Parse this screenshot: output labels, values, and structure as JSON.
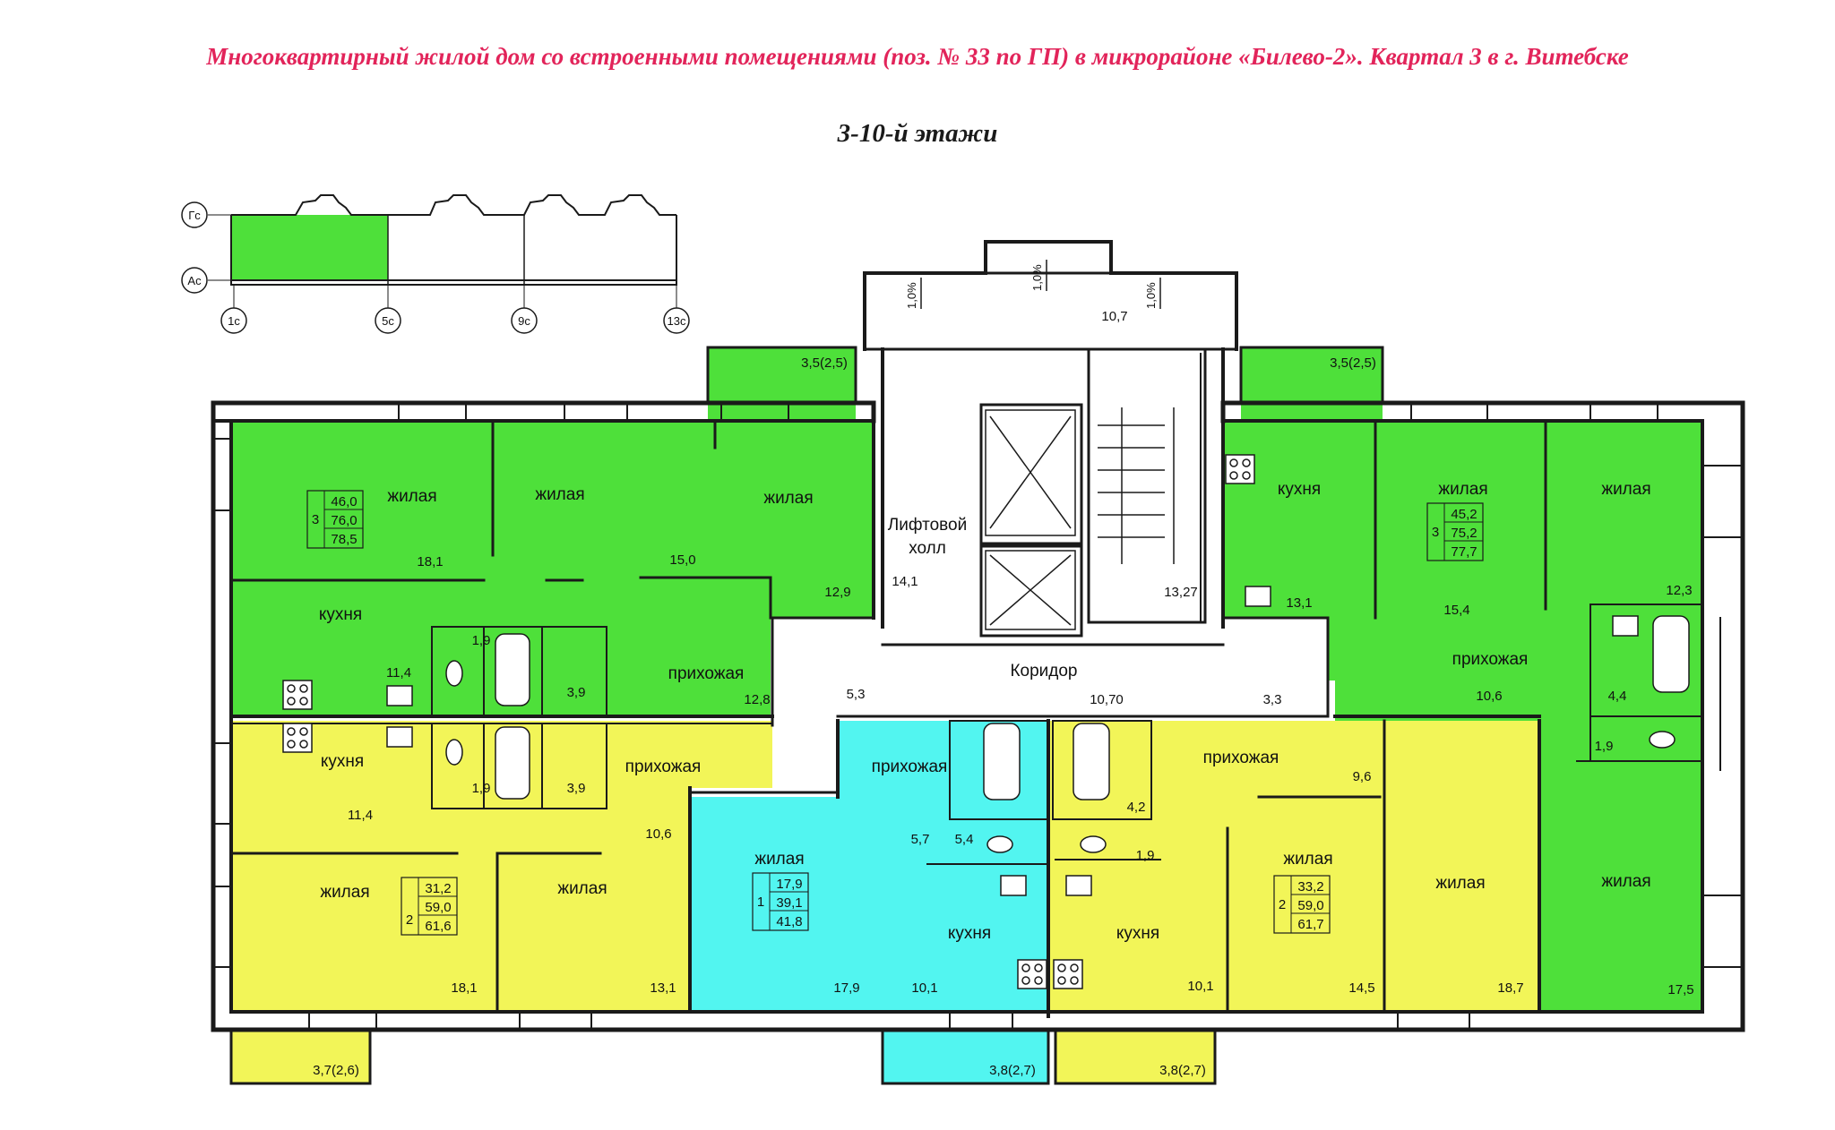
{
  "title": "Многоквартирный жилой дом со встроенными помещениями (поз. № 33 по ГП) в микрорайоне «Билево-2». Квартал 3 в г. Витебске",
  "subtitle": "3-10-й этажи",
  "colors": {
    "three_room": "#4ee03a",
    "two_room": "#f2f558",
    "one_room": "#52f5f0",
    "wall": "#1a1a1a",
    "title": "#e2245a"
  },
  "key_plan": {
    "axes_rows": [
      "Гс",
      "Ас"
    ],
    "axes_cols": [
      "1с",
      "5с",
      "9с",
      "13с"
    ]
  },
  "apartments": {
    "left_3room": {
      "rooms": "3",
      "living": "46,0",
      "total": "76,0",
      "total_with_balcony": "78,5"
    },
    "right_3room": {
      "rooms": "3",
      "living": "45,2",
      "total": "75,2",
      "total_with_balcony": "77,7"
    },
    "left_2room": {
      "rooms": "2",
      "living": "31,2",
      "total": "59,0",
      "total_with_balcony": "61,6"
    },
    "right_2room": {
      "rooms": "2",
      "living": "33,2",
      "total": "59,0",
      "total_with_balcony": "61,7"
    },
    "one_room": {
      "rooms": "1",
      "living": "17,9",
      "total": "39,1",
      "total_with_balcony": "41,8"
    }
  },
  "labels": {
    "living": "жилая",
    "kitchen": "кухня",
    "hall": "прихожая",
    "lift_hall_1": "Лифтовой",
    "lift_hall_2": "холл",
    "corridor": "Коридор"
  },
  "areas": {
    "a181": "18,1",
    "a150": "15,0",
    "a129": "12,9",
    "a114k": "11,4",
    "a19a": "1,9",
    "a39a": "3,9",
    "a128": "12,8",
    "a141": "14,1",
    "a1327": "13,27",
    "a107top": "10,7",
    "a35L": "3,5(2,5)",
    "a35R": "3,5(2,5)",
    "slope1": "1,0%",
    "slope2": "1,0%",
    "slope3": "1,0%",
    "a131": "13,1",
    "a154": "15,4",
    "a123": "12,3",
    "a106R": "10,6",
    "a44": "4,4",
    "a19R": "1,9",
    "a53": "5,3",
    "a1070": "10,70",
    "a33": "3,3",
    "a114y": "11,4",
    "a19b": "1,9",
    "a39b": "3,9",
    "a106L": "10,6",
    "a181b": "18,1",
    "a131b": "13,1",
    "a57": "5,7",
    "a54": "5,4",
    "a179": "17,9",
    "a101a": "10,1",
    "a96": "9,6",
    "a42": "4,2",
    "a19c": "1,9",
    "a101b": "10,1",
    "a145": "14,5",
    "a187": "18,7",
    "a175": "17,5",
    "a37": "3,7(2,6)",
    "a38a": "3,8(2,7)",
    "a38b": "3,8(2,7)"
  }
}
